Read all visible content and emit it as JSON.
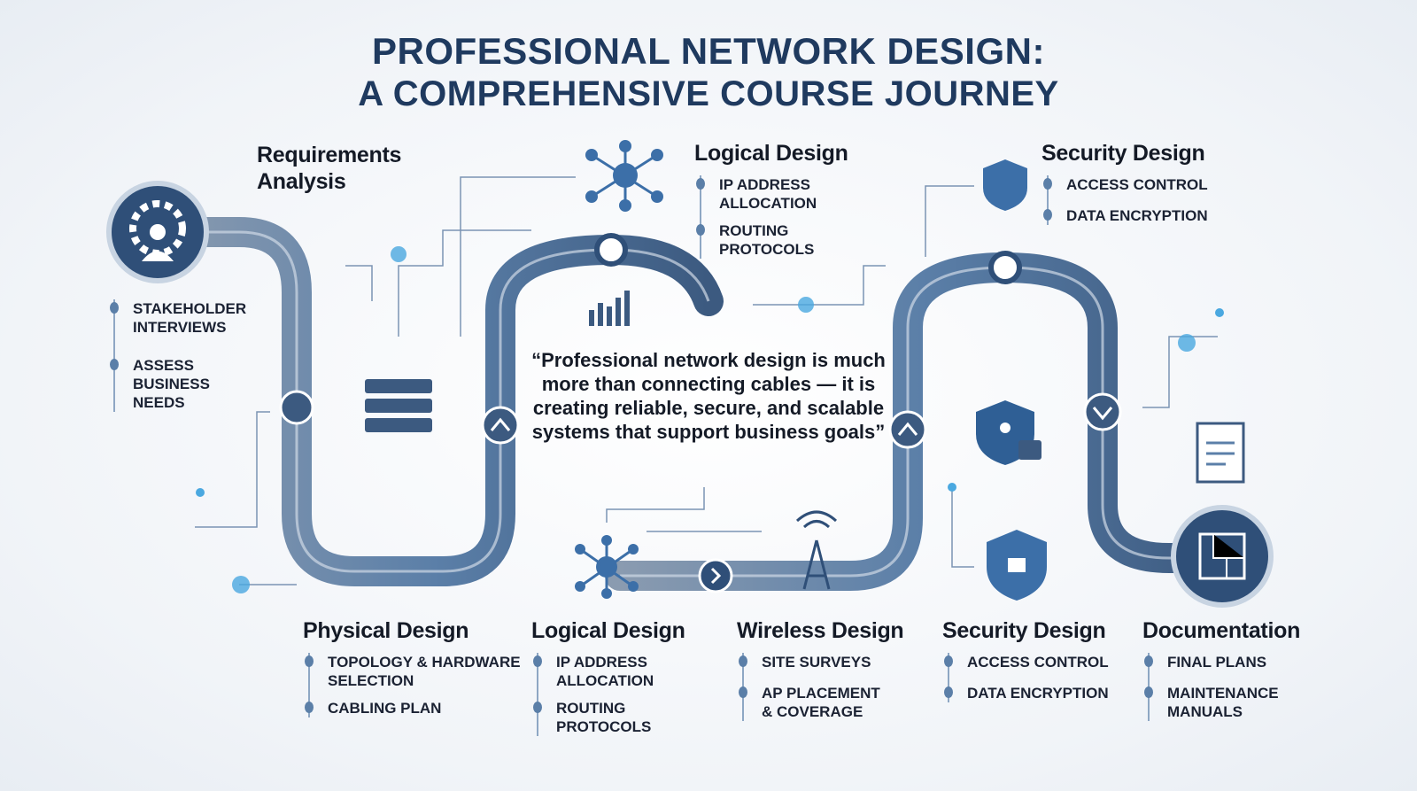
{
  "title": {
    "line1": "PROFESSIONAL NETWORK DESIGN:",
    "line2": "A COMPREHENSIVE COURSE JOURNEY"
  },
  "quote": "“Professional network design is much more than connecting cables — it is creating reliable, secure, and scalable systems that support business goals”",
  "stages": {
    "requirements": {
      "title": "Requirements Analysis",
      "items": [
        "STAKEHOLDER INTERVIEWS",
        "ASSESS BUSINESS NEEDS"
      ]
    },
    "logical_top": {
      "title": "Logical Design",
      "items": [
        "IP ADDRESS ALLOCATION",
        "ROUTING PROTOCOLS"
      ]
    },
    "security_top": {
      "title": "Security Design",
      "items": [
        "ACCESS CONTROL",
        "DATA ENCRYPTION"
      ]
    },
    "physical": {
      "title": "Physical Design",
      "items": [
        "TOPOLOGY & HARDWARE SELECTION",
        "CABLING PLAN"
      ]
    },
    "logical": {
      "title": "Logical Design",
      "items": [
        "IP ADDRESS ALLOCATION",
        "ROUTING PROTOCOLS"
      ]
    },
    "wireless": {
      "title": "Wireless Design",
      "items": [
        "SITE SURVEYS",
        "AP PLACEMENT & COVERAGE"
      ]
    },
    "security": {
      "title": "Security Design",
      "items": [
        "ACCESS CONTROL",
        "DATA ENCRYPTION"
      ]
    },
    "documentation": {
      "title": "Documentation",
      "items": [
        "FINAL PLANS",
        "MAINTENANCE MANUALS"
      ]
    }
  },
  "colors": {
    "title": "#1f3a5f",
    "track": "#5b7fa8",
    "track_dark": "#3c5a80",
    "accent": "#4aa8e0"
  }
}
